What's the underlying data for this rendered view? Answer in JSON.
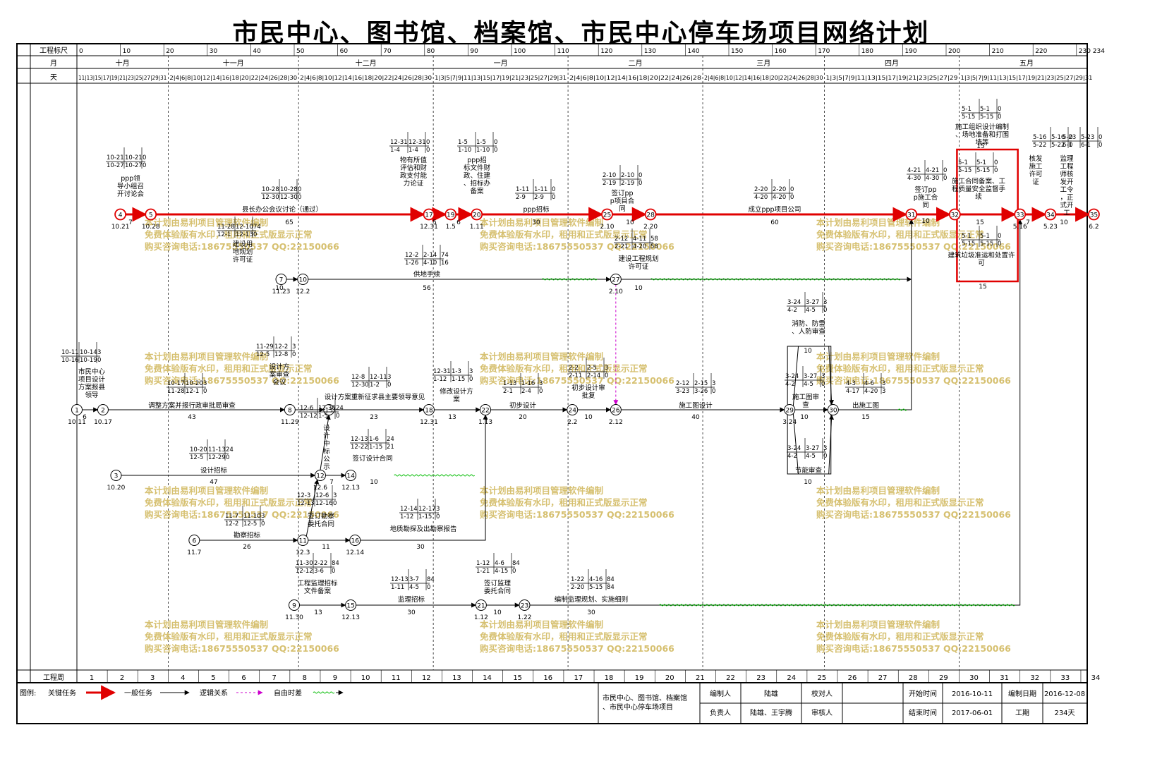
{
  "title": "市民中心、图书馆、档案馆、市民中心停车场项目网络计划",
  "scale": {
    "row_labels": [
      "工程标尺",
      "月",
      "天"
    ],
    "ticks": [
      "0",
      "10",
      "20",
      "30",
      "40",
      "50",
      "60",
      "70",
      "80",
      "90",
      "100",
      "110",
      "120",
      "130",
      "140",
      "150",
      "160",
      "170",
      "180",
      "190",
      "200",
      "210",
      "220",
      "230 234"
    ],
    "months": [
      "十月",
      "十一月",
      "十二月",
      "一月",
      "二月",
      "三月",
      "四月",
      "五月"
    ],
    "day_rows": [
      "11|13|15|17|19|21|23|25|27|29|31",
      "2|4|6|8|10|12|14|16|18|20|22|24|26|28|30",
      "2|4|6|8|10|12|14|16|18|20|22|24|26|28|30",
      "1|3|5|7|9|11|13|15|17|19|21|23|25|27|29|31",
      "2|4|6|8|10|12|14|16|18|20|22|24|26|28",
      "2|4|6|8|10|12|14|16|18|20|22|24|26|28|30",
      "1|3|5|7|9|11|13|15|17|19|21|23|25|27|29",
      "1|3|5|7|9|11|13|15|17|19|21|23|25|27|29|31"
    ],
    "week_label": "工程周",
    "weeks": [
      "1",
      "2",
      "3",
      "4",
      "5",
      "6",
      "7",
      "8",
      "9",
      "10",
      "11",
      "12",
      "13",
      "14",
      "15",
      "16",
      "17",
      "18",
      "19",
      "20",
      "21",
      "22",
      "23",
      "24",
      "25",
      "26",
      "27",
      "28",
      "29",
      "30",
      "31",
      "32",
      "33",
      "34"
    ]
  },
  "watermark": [
    "本计划由易利项目管理软件编制",
    "免费体验版有水印，租用和正式版显示正常",
    "购买咨询电话:18675550537 QQ:22150066"
  ],
  "nodes": [
    "1",
    "2",
    "3",
    "4",
    "5",
    "6",
    "7",
    "8",
    "9",
    "10",
    "11",
    "12",
    "13",
    "14",
    "15",
    "16",
    "17",
    "18",
    "19",
    "20",
    "21",
    "22",
    "23",
    "24",
    "25",
    "26",
    "27",
    "28",
    "29",
    "30",
    "31",
    "32",
    "33",
    "34",
    "35"
  ],
  "node_dates": [
    "10.11",
    "10.17",
    "10.20",
    "10.21",
    "10.28",
    "11.7",
    "11.23",
    "12.2",
    "11.29",
    "11.30",
    "12.3",
    "12.6",
    "12.13",
    "12.14",
    "12.13",
    "12.31",
    "1.5",
    "1.11",
    "1.13",
    "1.12",
    "1.22",
    "2.10",
    "2.20",
    "2.12",
    "2.2",
    "2.10",
    "2.12",
    "3.24",
    "3.24",
    "5.16",
    "5.23",
    "6.2"
  ],
  "activities": {
    "a4_5": {
      "name": "ppp领导小组召开讨论会",
      "dur": "7",
      "t": [
        "10-21",
        "10-21",
        "0",
        "10-27",
        "10-27",
        "0"
      ]
    },
    "a5_17": {
      "name": "县长办公会议讨论（通过）",
      "dur": "65",
      "t": [
        "10-28",
        "10-28",
        "0",
        "12-30",
        "12-30",
        "0"
      ]
    },
    "a17_19": {
      "name": "物有所值评估和财政支付能力论证",
      "dur": "5",
      "t": [
        "12-31",
        "12-31",
        "0",
        "1-4",
        "1-4",
        "0"
      ]
    },
    "a19_20": {
      "name": "ppp招标文件财政、住建、招标办备案",
      "dur": "6",
      "t": [
        "1-5",
        "1-5",
        "0",
        "1-10",
        "1-10",
        "0"
      ]
    },
    "a20_25": {
      "name": "ppp招标",
      "dur": "30",
      "t": [
        "1-11",
        "1-11",
        "0",
        "2-9",
        "2-9",
        "0"
      ]
    },
    "a25_28": {
      "name": "签订ppp项目合同",
      "dur": "10",
      "t": [
        "2-10",
        "2-10",
        "0",
        "2-19",
        "2-19",
        "0"
      ]
    },
    "a28_31": {
      "name": "成立ppp项目公司",
      "dur": "60",
      "t": [
        "2-20",
        "2-20",
        "0",
        "4-20",
        "4-20",
        "0"
      ]
    },
    "a31_32": {
      "name": "签订ppp施工合同",
      "dur": "10",
      "t": [
        "4-21",
        "4-21",
        "0",
        "4-30",
        "4-30",
        "0"
      ]
    },
    "a32_33a": {
      "name": "施工组织设计编制、场地准备和打围墙等",
      "dur": "15",
      "t": [
        "5-1",
        "5-1",
        "0",
        "5-15",
        "5-15",
        "0"
      ]
    },
    "a32_33b": {
      "name": "施工合同备案、工程质量安全监督手续",
      "dur": "15",
      "t": [
        "5-1",
        "5-1",
        "0",
        "5-15",
        "5-15",
        "0"
      ]
    },
    "a32_33c": {
      "name": "建筑垃圾准运和处置许可",
      "dur": "15",
      "t": [
        "5-1",
        "5-1",
        "0",
        "5-15",
        "5-15",
        "0"
      ]
    },
    "a33_34": {
      "name": "核发施工许可证",
      "dur": "7",
      "t": [
        "5-16",
        "5-16",
        "0",
        "5-22",
        "5-22",
        "0"
      ]
    },
    "a34_35": {
      "name": "监理工程师核发开工令，正式开工",
      "dur": "10",
      "t": [
        "5-23",
        "5-23",
        "0",
        "6-1",
        "6-1",
        "0"
      ]
    },
    "a7_10": {
      "name": "建设用地规划许可证",
      "dur": "10",
      "t": [
        "11-28",
        "12-10",
        "74",
        "12-1",
        "12-13",
        "0"
      ]
    },
    "a10_27": {
      "name": "供地手续",
      "dur": "56",
      "t": [
        "12-2",
        "2-14",
        "74",
        "1-26",
        "4-10",
        "16"
      ]
    },
    "a27_31": {
      "name": "建设工程规划许可证",
      "dur": "10",
      "t": [
        "2-12",
        "4-11",
        "58",
        "2-21",
        "4-20",
        "58"
      ]
    },
    "a1_2": {
      "name": "市民中心项目设计方案报县领导",
      "dur": "6",
      "t": [
        "10-11",
        "10-14",
        "3",
        "10-16",
        "10-19",
        "0"
      ]
    },
    "a2_8": {
      "name": "调整方案并报行政审批局审查",
      "dur": "43",
      "t": [
        "10-17",
        "10-20",
        "3",
        "11-28",
        "12-1",
        "0"
      ]
    },
    "a8_13": {
      "name": "设计方案审查会议",
      "dur": "",
      "t": [
        "11-29",
        "12-2",
        "3",
        "12-5",
        "12-8",
        "0"
      ]
    },
    "a12_13": {
      "name": "设计中标公示",
      "dur": "7",
      "t": [
        "12-6",
        "12-30",
        "24",
        "12-12",
        "1-5",
        "0"
      ]
    },
    "a13_18": {
      "name": "设计方案重新征求县主要领导意见",
      "dur": "23",
      "t": [
        "12-8",
        "12-11",
        "3",
        "12-30",
        "1-2",
        "0"
      ]
    },
    "a18_22": {
      "name": "修改设计方案",
      "dur": "13",
      "t": [
        "12-31",
        "1-3",
        "3",
        "1-12",
        "1-15",
        "0"
      ]
    },
    "a22_24": {
      "name": "初步设计",
      "dur": "20",
      "t": [
        "1-13",
        "1-16",
        "3",
        "2-1",
        "2-4",
        "0"
      ]
    },
    "a24_26": {
      "name": "初步设计审批复",
      "dur": "10",
      "t": [
        "2-2",
        "2-5",
        "3",
        "2-11",
        "2-14",
        "0"
      ]
    },
    "a26_29": {
      "name": "施工图设计",
      "dur": "40",
      "t": [
        "2-12",
        "2-15",
        "3",
        "3-23",
        "3-26",
        "0"
      ]
    },
    "a29_30a": {
      "name": "消防、防雷、人防审查",
      "dur": "10",
      "t": [
        "3-24",
        "3-27",
        "3",
        "4-2",
        "4-5",
        "0"
      ]
    },
    "a29_30b": {
      "name": "施工图审查",
      "dur": "10",
      "t": [
        "3-24",
        "3-27",
        "3",
        "4-2",
        "4-5",
        "0"
      ]
    },
    "a29_30c": {
      "name": "节能审查",
      "dur": "10",
      "t": [
        "3-24",
        "3-27",
        "3",
        "4-2",
        "4-5",
        "0"
      ]
    },
    "a30_31": {
      "name": "出施工图",
      "dur": "15",
      "t": [
        "4-3",
        "4-6",
        "3",
        "4-17",
        "4-20",
        "3"
      ]
    },
    "a3_12": {
      "name": "设计招标",
      "dur": "47",
      "t": [
        "10-20",
        "11-13",
        "24",
        "12-5",
        "12-29",
        "0"
      ]
    },
    "a12_14": {
      "name": "签订设计合同",
      "dur": "10",
      "t": [
        "12-13",
        "1-6",
        "24",
        "12-22",
        "1-15",
        "21"
      ]
    },
    "a6_11": {
      "name": "勘察招标",
      "dur": "26",
      "t": [
        "11-7",
        "11-10",
        "3",
        "12-2",
        "12-5",
        "0"
      ]
    },
    "a11_16": {
      "name": "签订勘察委托合同",
      "dur": "11",
      "t": [
        "12-3",
        "12-6",
        "3",
        "12-13",
        "12-16",
        "0"
      ]
    },
    "a16_22": {
      "name": "地质勘探及出勘察报告",
      "dur": "30",
      "t": [
        "12-14",
        "12-17",
        "3",
        "1-12",
        "1-15",
        "0"
      ]
    },
    "a9_15": {
      "name": "工程监理招标文件备案",
      "dur": "13",
      "t": [
        "11-30",
        "2-22",
        "84",
        "12-12",
        "3-6",
        "0"
      ]
    },
    "a15_21": {
      "name": "监理招标",
      "dur": "30",
      "t": [
        "12-13",
        "3-7",
        "84",
        "1-11",
        "4-5",
        "0"
      ]
    },
    "a21_23": {
      "name": "签订监理委托合同",
      "dur": "10",
      "t": [
        "1-12",
        "4-6",
        "84",
        "1-21",
        "4-15",
        "0"
      ]
    },
    "a23_33": {
      "name": "编制监理规划、实施细则",
      "dur": "30",
      "t": [
        "1-22",
        "4-16",
        "84",
        "2-20",
        "5-15",
        "84"
      ]
    }
  },
  "legend": {
    "title": "图例:",
    "critical": "关键任务",
    "normal": "一般任务",
    "logic": "逻辑关系",
    "free": "自由时差"
  },
  "footer": {
    "project": "市民中心、图书馆、档案馆、市民中心停车场项目",
    "compiler_label": "编制人",
    "compiler": "陆雄",
    "checker_label": "校对人",
    "checker": "",
    "start_label": "开始时间",
    "start": "2016-10-11",
    "made_label": "编制日期",
    "made": "2016-12-08",
    "owner_label": "负责人",
    "owner": "陆雄、王宇腾",
    "reviewer_label": "审核人",
    "reviewer": "",
    "end_label": "结束时间",
    "end": "2017-06-01",
    "period_label": "工期",
    "period": "234天"
  },
  "colors": {
    "critical": "#e00000",
    "normal": "#000000",
    "free": "#cc00cc",
    "float": "#00bb00",
    "watermark": "#d6c070"
  }
}
